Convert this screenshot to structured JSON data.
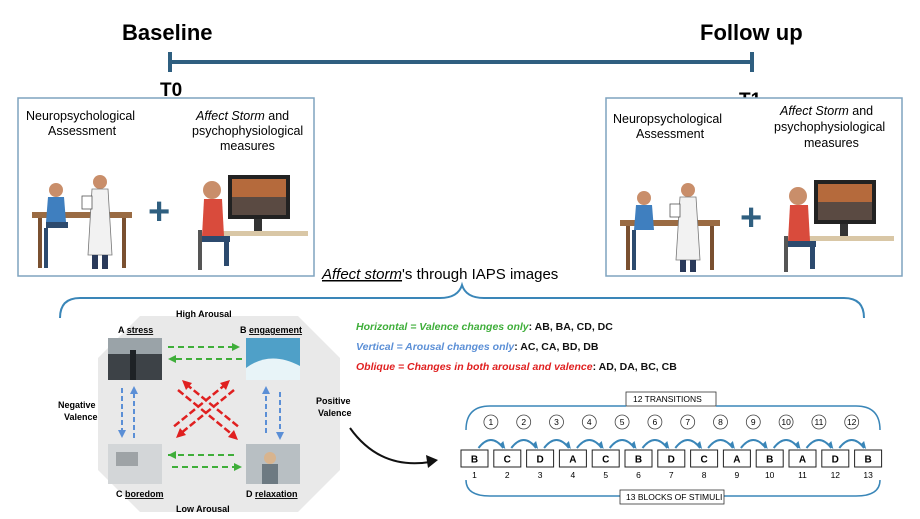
{
  "timeline": {
    "baseline_label": "Baseline",
    "followup_label": "Follow up",
    "t0_label": "T0",
    "t1_label": "T1"
  },
  "sessions": [
    {
      "neuro_label_line1": "Neuropsychological",
      "neuro_label_line2": "Assessment",
      "affect_label_italic": "Affect Storm",
      "affect_label_rest": " and",
      "affect_label_line2": "psychophysiological",
      "affect_label_line3": "measures",
      "plus": "+"
    },
    {
      "neuro_label_line1": "Neuropsychological",
      "neuro_label_line2": "Assessment",
      "affect_label_italic": "Affect Storm",
      "affect_label_rest": " and",
      "affect_label_line2": "psychophysiological",
      "affect_label_line3": "measures",
      "plus": "+"
    }
  ],
  "affect_storm_title": {
    "underlined": "Affect storm",
    "rest": "'s through IAPS images"
  },
  "quadrant": {
    "top_label": "High Arousal",
    "bottom_label": "Low Arousal",
    "left_label_line1": "Negative",
    "left_label_line2": "Valence",
    "right_label_line1": "Positive",
    "right_label_line2": "Valence",
    "items": {
      "a": {
        "letter": "A",
        "name": "stress"
      },
      "b": {
        "letter": "B",
        "name": "engagement"
      },
      "c": {
        "letter": "C",
        "name": "boredom"
      },
      "d": {
        "letter": "D",
        "name": "relaxation"
      }
    }
  },
  "legend": {
    "horizontal_term": "Horizontal = Valence changes only",
    "horizontal_pairs": ": AB, BA, CD, DC",
    "vertical_term": "Vertical = Arousal changes only",
    "vertical_pairs": ": AC, CA, BD, DB",
    "oblique_term": "Oblique = Changes in both arousal and valence",
    "oblique_pairs": ": AD, DA, BC, CB",
    "colors": {
      "horizontal": "#3fae3a",
      "vertical": "#5b8fd6",
      "oblique": "#e02020"
    }
  },
  "sequence": {
    "transitions_label": "12 TRANSITIONS",
    "blocks_label": "13 BLOCKS OF STIMULI",
    "transition_numbers": [
      "1",
      "2",
      "3",
      "4",
      "5",
      "6",
      "7",
      "8",
      "9",
      "10",
      "11",
      "12"
    ],
    "blocks": [
      "B",
      "C",
      "D",
      "A",
      "C",
      "B",
      "D",
      "C",
      "A",
      "B",
      "A",
      "D",
      "B"
    ],
    "block_numbers": [
      "1",
      "2",
      "3",
      "4",
      "5",
      "6",
      "7",
      "8",
      "9",
      "10",
      "11",
      "12",
      "13"
    ]
  },
  "colors": {
    "timeline": "#2f5f80",
    "panel_border": "#7fa3bf",
    "arc": "#3a86b8"
  }
}
